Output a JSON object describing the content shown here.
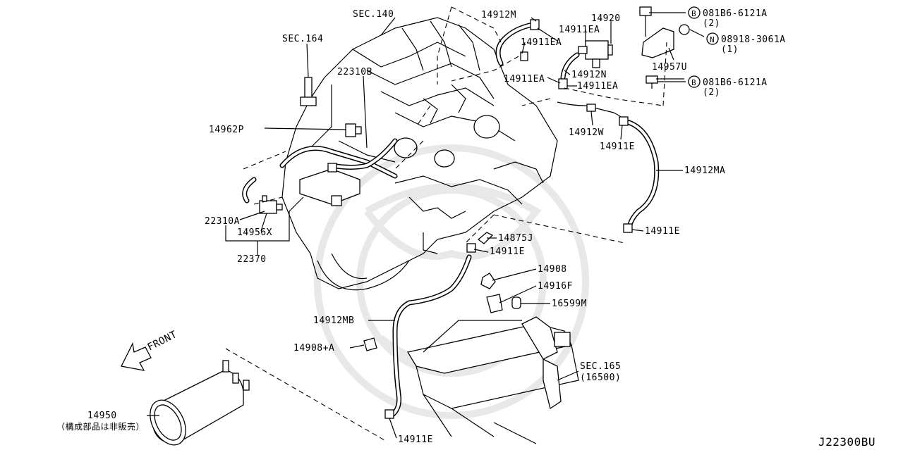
{
  "diagram_id": "J22300BU",
  "front_label": "FRONT",
  "labels": {
    "sec140": "SEC.140",
    "sec164": "SEC.164",
    "p22310B": "22310B",
    "p14962P": "14962P",
    "p22310A": "22310A",
    "p14956X": "14956X",
    "p22370": "22370",
    "p14912M": "14912M",
    "p14911EA_a": "14911EA",
    "p14911EA_b": "14911EA",
    "p14911EA_c": "14911EA",
    "p14911EA_d": "14911EA",
    "p14920": "14920",
    "p14912N": "14912N",
    "p14912W": "14912W",
    "p14911E_a": "14911E",
    "p14912MA": "14912MA",
    "p14911E_b": "14911E",
    "p14875J": "14875J",
    "p14911E_c": "14911E",
    "p14908": "14908",
    "p14916F": "14916F",
    "p16599M": "16599M",
    "p14912MB": "14912MB",
    "p14908A": "14908+A",
    "sec165": "SEC.165",
    "sec165_sub": "(16500)",
    "p14950": "14950",
    "p14950_note": "（構成部品は非販売）",
    "p14911E_d": "14911E",
    "p14957U": "14957U",
    "bolt1_circle": "B",
    "bolt1_num": "081B6-6121A",
    "bolt1_qty": "(2)",
    "nut_circle": "N",
    "nut_num": "08918-3061A",
    "nut_qty": "(1)",
    "bolt2_circle": "B",
    "bolt2_num": "081B6-6121A",
    "bolt2_qty": "(2)"
  }
}
